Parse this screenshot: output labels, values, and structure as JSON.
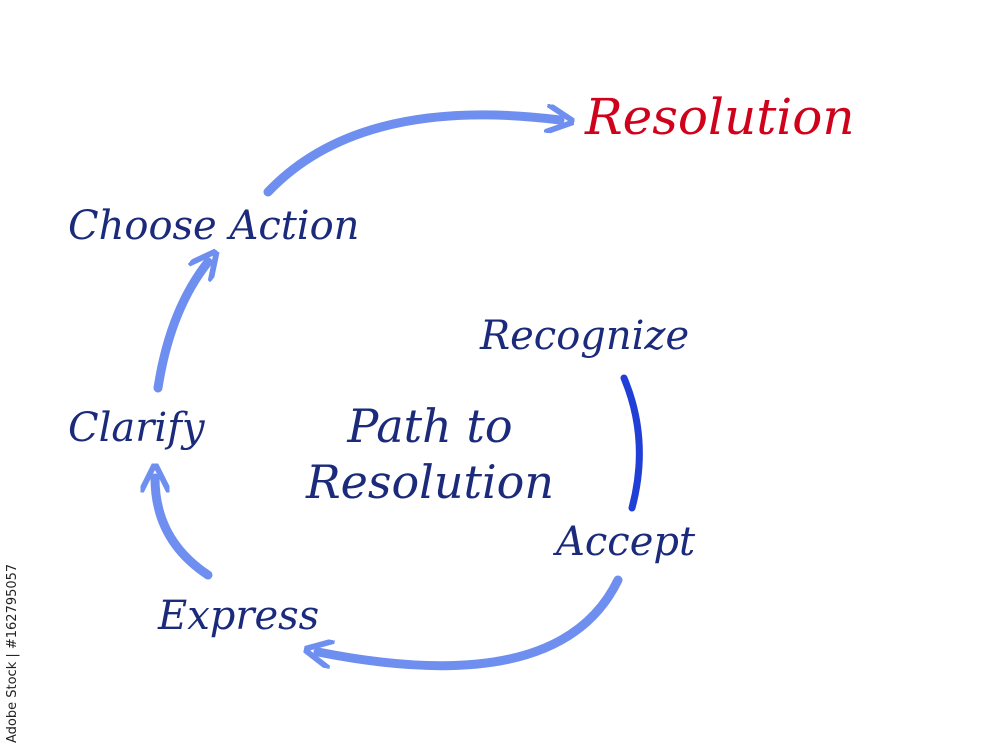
{
  "diagram": {
    "goal": "Resolution",
    "center_title": {
      "line1": "Path to",
      "line2": "Resolution"
    },
    "steps": {
      "recognize": "Recognize",
      "accept": "Accept",
      "express": "Express",
      "clarify": "Clarify",
      "choose_action": "Choose Action"
    },
    "colors": {
      "label_text": "#1b2a7a",
      "goal_text": "#d0021b",
      "arrow": "#6f8ff0",
      "connector": "#1f3fd6"
    }
  },
  "side_credit": "Adobe Stock | #162795057"
}
